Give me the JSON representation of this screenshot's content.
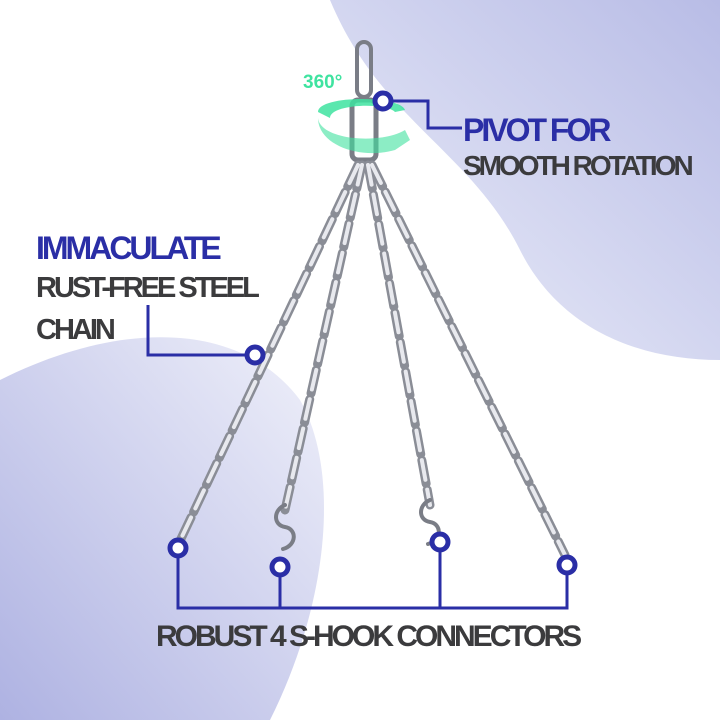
{
  "rotation_label": "360°",
  "callouts": {
    "pivot": {
      "line1": "PIVOT FOR",
      "line2": "SMOOTH ROTATION"
    },
    "chain": {
      "line1": "IMMACULATE",
      "line2": "RUST-FREE STEEL",
      "line3": "CHAIN"
    },
    "hooks": {
      "line1": "ROBUST 4 S-HOOK CONNECTORS"
    }
  },
  "colors": {
    "accent": "#2a2ea6",
    "text": "#3b3b3d",
    "rotation": "#3fe3a0",
    "background_tint": "#c9ccec"
  }
}
